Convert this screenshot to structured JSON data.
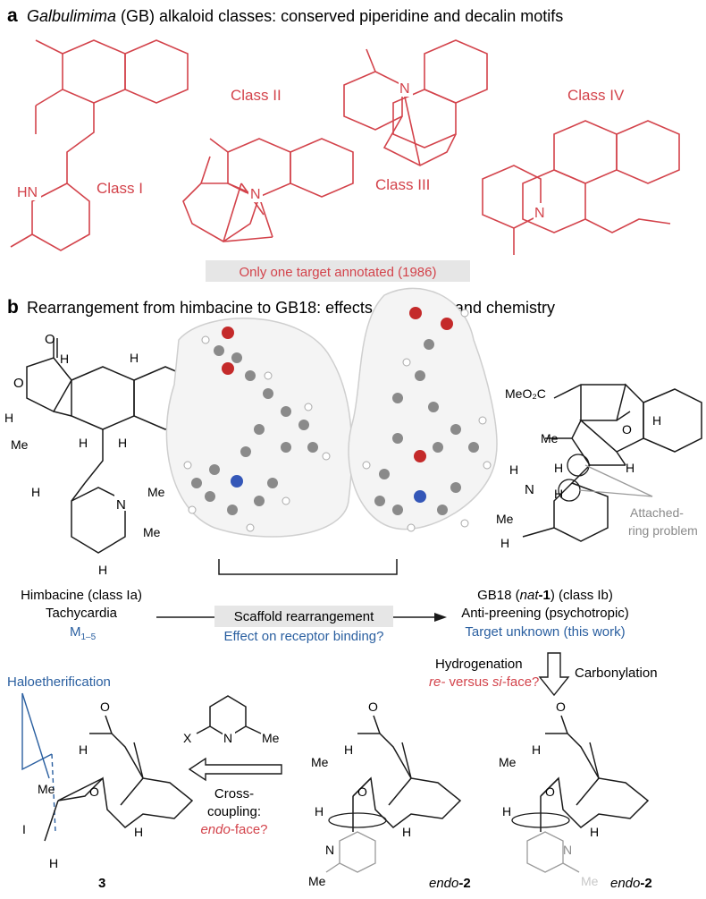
{
  "panel_a": {
    "letter": "a",
    "title_italic": "Galbulimima",
    "title_rest": " (GB) alkaloid classes: conserved piperidine and decalin motifs",
    "class1": "Class I",
    "class1_hn": "HN",
    "class2": "Class II",
    "class2_n": "N",
    "class3": "Class III",
    "class3_n": "N",
    "class4": "Class IV",
    "class4_n": "N",
    "annotation": "Only one target annotated (1986)"
  },
  "panel_b": {
    "letter": "b",
    "title": "Rearrangement from himbacine to GB18: effects on biology and chemistry",
    "himbacine_atoms": {
      "o1": "O",
      "o2": "O",
      "h1": "H",
      "h2": "H",
      "h3": "H",
      "h4": "H",
      "h5": "H",
      "me1": "Me",
      "h6": "H",
      "n": "N",
      "me2": "Me",
      "me3": "Me",
      "h7": "H"
    },
    "gb18_atoms": {
      "ester": "MeO₂C",
      "o": "O",
      "h1": "H",
      "me": "Me",
      "h2": "H",
      "h3": "H",
      "n": "N",
      "h4": "H",
      "h5": "H",
      "me2": "Me",
      "h6": "H"
    },
    "attached_ring": "Attached-",
    "attached_ring2": "ring problem",
    "left_name": "Himbacine (class Ia)",
    "left_effect": "Tachycardia",
    "left_target_main": "M",
    "left_target_sub": "1–5",
    "center_label": "Scaffold rearrangement",
    "center_question": "Effect on receptor binding?",
    "right_name": "GB18 (",
    "right_name_italic": "nat",
    "right_name_bold": "-1",
    "right_name_tail": ") (class Ib)",
    "right_effect": "Anti-preening (psychotropic)",
    "right_target": "Target unknown (this work)",
    "hydrogenation": "Hydrogenation",
    "face_re": "re-",
    "face_versus": " versus ",
    "face_si": "si-",
    "face_end": "face?",
    "carbonylation": "Carbonylation",
    "haloetherification": "Haloetherification",
    "cross1": "Cross-",
    "cross2": "coupling:",
    "cross3_italic": "endo",
    "cross3_rest": "-face?",
    "pyr_x": "X",
    "pyr_n": "N",
    "pyr_me": "Me",
    "cmpd3": "3",
    "cmpd_endo_italic": "endo",
    "cmpd_endo_bold": "-2",
    "cmpd3_atoms": {
      "o": "O",
      "h1": "H",
      "me": "Me",
      "o2": "O",
      "i": "I",
      "h2": "H",
      "h3": "H"
    },
    "endo2a_atoms": {
      "o": "O",
      "me": "Me",
      "h1": "H",
      "o2": "O",
      "h2": "H",
      "h3": "H",
      "n": "N",
      "me2": "Me"
    },
    "endo2b_atoms": {
      "o": "O",
      "me": "Me",
      "h1": "H",
      "o2": "O",
      "h2": "H",
      "h3": "H",
      "n": "N",
      "me2": "Me"
    }
  },
  "colors": {
    "red": "#d3434b",
    "blue": "#2a5fa0",
    "grey": "#8a8a8a",
    "annotation_bg": "#e6e6e6"
  }
}
